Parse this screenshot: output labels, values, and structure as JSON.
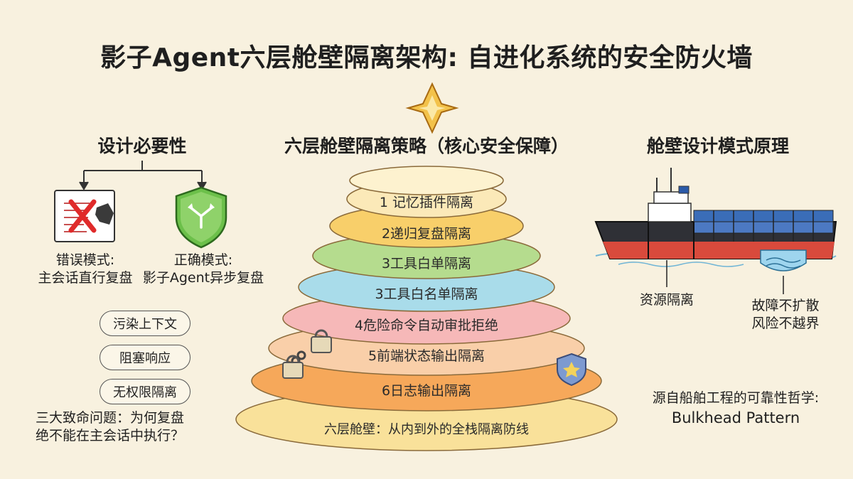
{
  "title": "影子Agent六层舱壁隔离架构: 自进化系统的安全防火墙",
  "left": {
    "heading": "设计必要性",
    "wrong_label_1": "错误模式:",
    "wrong_label_2": "主会话直行复盘",
    "right_label_1": "正确模式:",
    "right_label_2": "影子Agent异步复盘",
    "problems": [
      "污染上下文",
      "阻塞响应",
      "无权限隔离"
    ],
    "problems_caption_1": "三大致命问题：为何复盘",
    "problems_caption_2": "绝不能在主会话中执行？"
  },
  "center": {
    "heading": "六层舱壁隔离策略（核心安全保障）",
    "layers": [
      "1 记忆插件隔离",
      "2递归复盘隔离",
      "3工具白单隔离",
      "3工具白名单隔离",
      "4危险命令自动审批拒绝",
      "5前端状态输出隔离",
      "6日志输出隔离"
    ],
    "base_label": "六层舱壁：从内到外的全栈隔离防线",
    "layer_colors": [
      "#fbe9b8",
      "#f8cf6a",
      "#b5dc8e",
      "#a9dcea",
      "#f6b8b8",
      "#f9cfa9",
      "#f6a85a",
      "#f9e19a"
    ]
  },
  "right": {
    "heading": "舱壁设计模式原理",
    "resource_label": "资源隔离",
    "fault_label_1": "故障不扩散",
    "fault_label_2": "风险不越界",
    "origin_caption": "源自船舶工程的可靠性哲学:",
    "pattern_name": "Bulkhead Pattern"
  }
}
